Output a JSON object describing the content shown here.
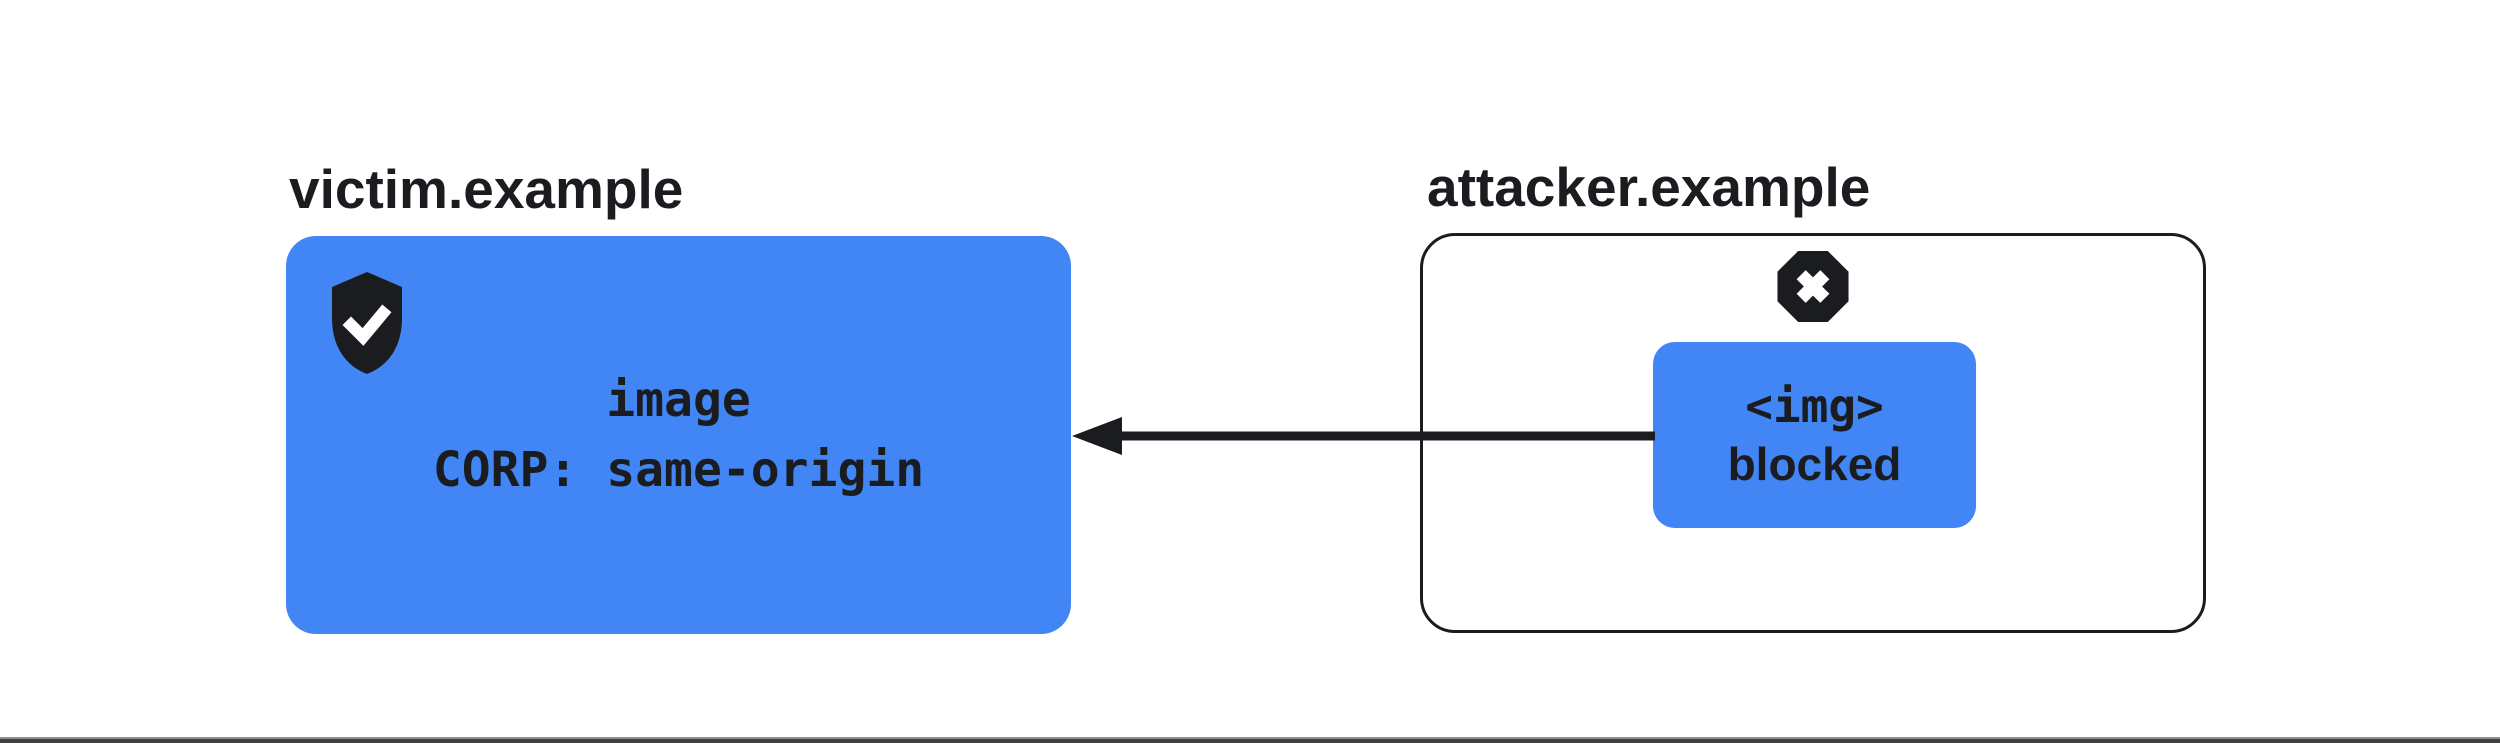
{
  "titles": {
    "victim": "victim.example",
    "attacker": "attacker.example"
  },
  "victim_card": {
    "line1": "image",
    "line2": "CORP: same-origin"
  },
  "attacker_card": {
    "request_label": "<img>",
    "status_label": "blocked"
  },
  "icons": {
    "victim_badge": "shield-check-icon",
    "attacker_badge": "blocked-x-octagon-icon",
    "arrow": "left-arrow"
  },
  "colors": {
    "accent_blue": "#4285F4",
    "ink": "#1A1C20",
    "background": "#FFFFFF",
    "divider": "#3F4042"
  }
}
